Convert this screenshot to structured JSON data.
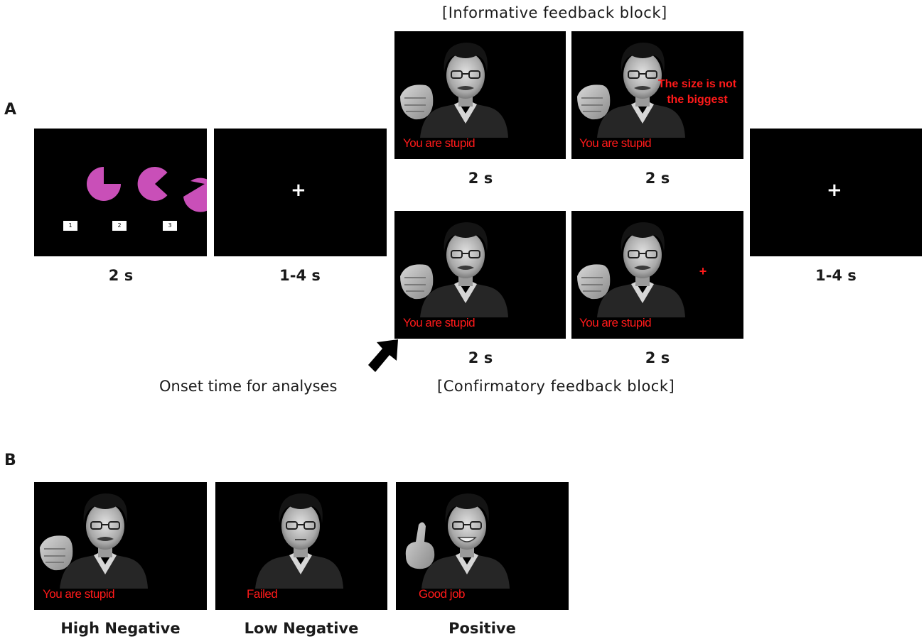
{
  "panel_a": {
    "letter": "A",
    "informative_title": "[Informative feedback block]",
    "confirmatory_title": "[Confirmatory feedback block]",
    "onset_label": "Onset time for analyses",
    "choice_screen": {
      "keys": [
        "1",
        "2",
        "3"
      ],
      "shape_color": "#c94fb8",
      "timing": "2 s"
    },
    "fixation_1": {
      "symbol": "+",
      "timing": "1-4 s"
    },
    "info_screen_1": {
      "caption": "You are stupid",
      "timing": "2 s"
    },
    "info_screen_2": {
      "caption": "You are stupid",
      "note": "The size is not the biggest",
      "timing": "2 s"
    },
    "conf_screen_1": {
      "caption": "You are stupid",
      "timing": "2 s"
    },
    "conf_screen_2": {
      "caption": "You are stupid",
      "note": "+",
      "timing": "2 s"
    },
    "fixation_2": {
      "symbol": "+",
      "timing": "1-4 s"
    }
  },
  "panel_b": {
    "letter": "B",
    "conditions": [
      {
        "caption": "You are stupid",
        "label": "High Negative"
      },
      {
        "caption": "Failed",
        "label": "Low Negative"
      },
      {
        "caption": "Good job",
        "label": "Positive"
      }
    ]
  },
  "colors": {
    "feedback_red": "#ff1a1a",
    "screen_bg": "#000000"
  }
}
